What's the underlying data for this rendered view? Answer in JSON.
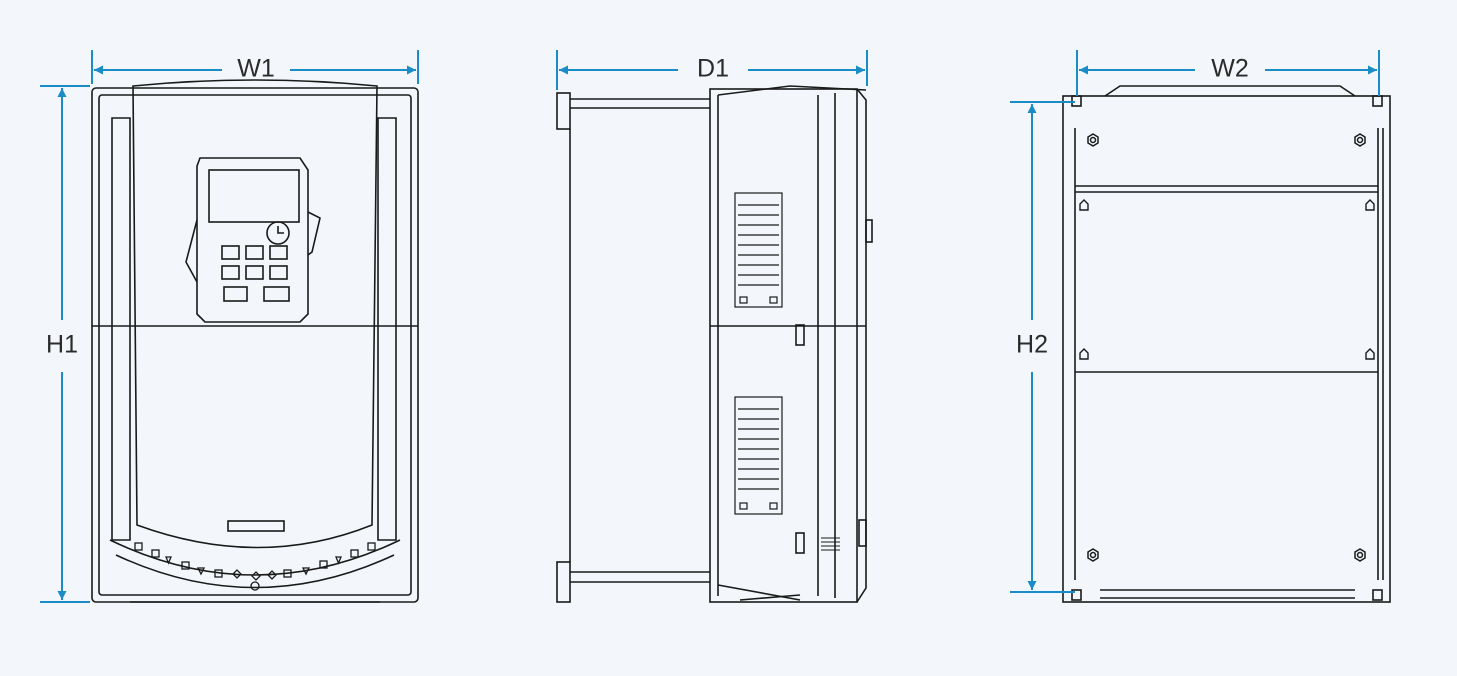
{
  "dimensions": {
    "front_width": "W1",
    "front_height": "H1",
    "side_depth": "D1",
    "back_mount_width": "W2",
    "back_mount_height": "H2"
  },
  "colors": {
    "background": "#f3f7fb",
    "dimension_line": "#1a8cc8",
    "outline": "#1a1a1a",
    "label": "#2b2b2b"
  },
  "icons": {
    "arrowhead": "triangle-arrow",
    "mount_hole": "hex-nut",
    "keypad": "control-keypad"
  }
}
